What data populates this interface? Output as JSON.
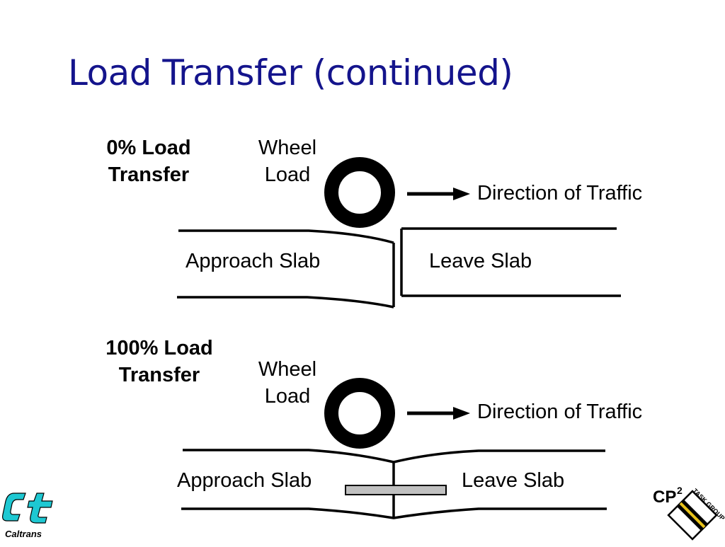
{
  "slide": {
    "title": "Load Transfer (continued)"
  },
  "case_0": {
    "label_line1": "0% Load",
    "label_line2": "Transfer",
    "wheel_line1": "Wheel",
    "wheel_line2": "Load",
    "direction": "Direction of Traffic",
    "approach_slab": "Approach Slab",
    "leave_slab": "Leave Slab"
  },
  "case_100": {
    "label_line1": "100% Load",
    "label_line2": "Transfer",
    "wheel_line1": "Wheel",
    "wheel_line2": "Load",
    "direction": "Direction of Traffic",
    "approach_slab": "Approach Slab",
    "leave_slab": "Leave Slab"
  },
  "logos": {
    "caltrans": "Caltrans",
    "cp2_text": "CP",
    "cp2_superscript": "2",
    "task_group": "TASK GROUP"
  },
  "colors": {
    "title": "#14148c",
    "caltrans": "#1ec8d2",
    "dowel": "#c0c0c0"
  }
}
